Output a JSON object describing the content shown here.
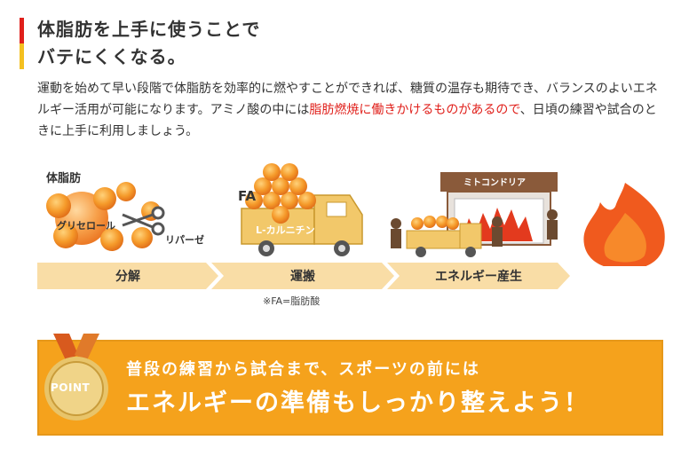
{
  "title": {
    "line1": "体脂肪を上手に使うことで",
    "line2": "バテにくくなる。"
  },
  "body": {
    "part1": "運動を始めて早い段階で体脂肪を効率的に燃やすことができれば、糖質の温存も期待でき、バランスのよいエネルギー活用が可能になります。アミノ酸の中には",
    "highlight": "脂肪燃焼に働きかけるものがあるので",
    "part2": "、日頃の練習や試合のときに上手に利用しましょう。"
  },
  "diagram": {
    "fat_label": "体脂肪",
    "glycerol_label": "グリセロール",
    "lipase_label": "リパーゼ",
    "fa_label": "FA",
    "truck_label": "L-カルニチン",
    "mito_label": "ミトコンドリア",
    "energy_label": "エネルギー",
    "steps": [
      "分解",
      "運搬",
      "エネルギー産生"
    ],
    "note": "※FA=脂肪酸"
  },
  "point": {
    "badge": "POINT",
    "line1": "普段の練習から試合まで、スポーツの前には",
    "line2": "エネルギーの準備もしっかり整えよう！"
  },
  "colors": {
    "accent_red": "#e0201b",
    "accent_yellow": "#f4c020",
    "orange": "#f5a21c",
    "arrow_fill": "#f9dda6"
  }
}
